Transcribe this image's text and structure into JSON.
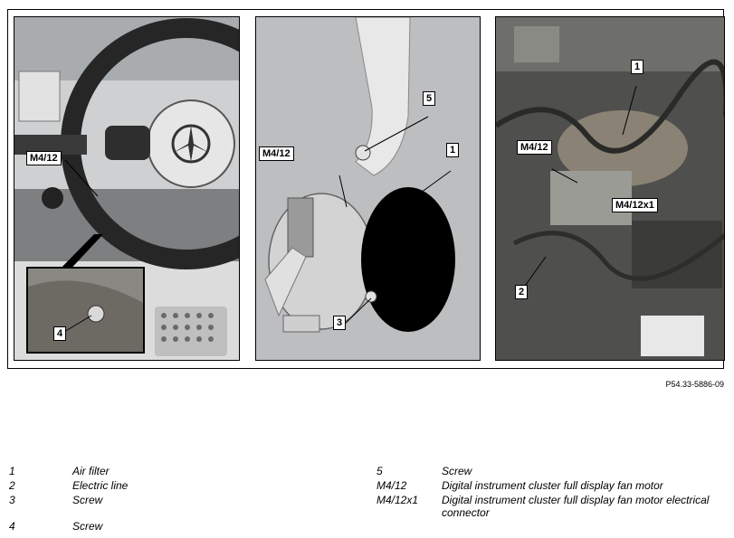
{
  "figure": {
    "reference": "P54.33-5886-09",
    "panel1": {
      "labels": {
        "m4_12": "M4/12",
        "four": "4"
      }
    },
    "panel2": {
      "labels": {
        "m4_12": "M4/12",
        "five": "5",
        "one": "1",
        "three": "3"
      }
    },
    "panel3": {
      "labels": {
        "one": "1",
        "m4_12": "M4/12",
        "m4_12x1": "M4/12x1",
        "two": "2"
      }
    }
  },
  "legend": {
    "left": [
      {
        "num": "1",
        "text": "Air filter"
      },
      {
        "num": "2",
        "text": "Electric line"
      },
      {
        "num": "3",
        "text": "Screw"
      },
      {
        "num": "4",
        "text": "Screw"
      }
    ],
    "right": [
      {
        "num": "5",
        "text": "Screw"
      },
      {
        "num": "M4/12",
        "text": "Digital instrument cluster full display fan motor"
      },
      {
        "num": "M4/12x1",
        "text": "Digital instrument cluster full display fan motor electrical connector"
      }
    ]
  }
}
